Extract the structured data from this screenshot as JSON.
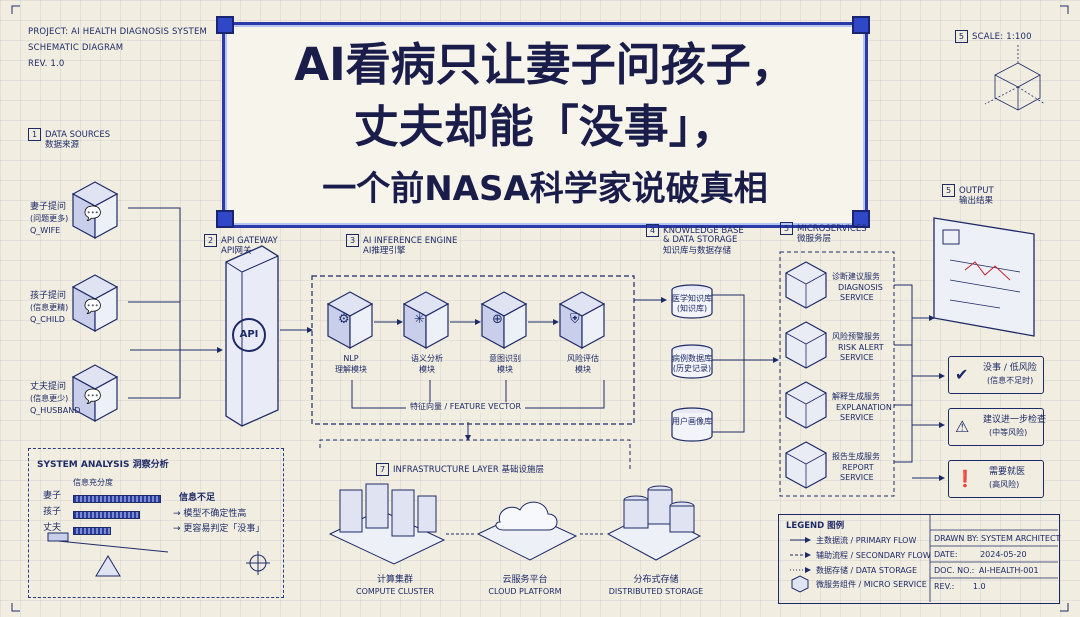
{
  "meta": {
    "project": "PROJECT: AI HEALTH DIAGNOSIS SYSTEM",
    "diagram": "SCHEMATIC DIAGRAM",
    "rev": "REV. 1.0",
    "scale_num": "5",
    "scale": "SCALE: 1:100"
  },
  "title": {
    "line1": "AI看病只让妻子问孩子，",
    "line2": "丈夫却能「没事」，",
    "line3": "一个前NASA科学家说破真相"
  },
  "sections": {
    "data_sources": {
      "num": "1",
      "en": "DATA SOURCES",
      "zh": "数据来源"
    },
    "api_gateway": {
      "num": "2",
      "en": "API GATEWAY",
      "zh": "API网关"
    },
    "inference": {
      "num": "3",
      "en": "AI INFERENCE ENGINE",
      "zh": "AI推理引擎"
    },
    "knowledge": {
      "num": "4",
      "en": "KNOWLEDGE BASE",
      "en2": "& DATA STORAGE",
      "zh": "知识库与数据存储"
    },
    "microservices": {
      "num": "5",
      "en": "MICROSERVICES",
      "zh": "微服务层"
    },
    "output": {
      "num": "5",
      "en": "OUTPUT",
      "zh": "输出结果"
    },
    "infrastructure": {
      "num": "7",
      "en": "INFRASTRUCTURE LAYER",
      "zh": "基础设施层"
    }
  },
  "sources": [
    {
      "title": "妻子提问",
      "sub": "(问题更多)",
      "code": "Q_WIFE"
    },
    {
      "title": "孩子提问",
      "sub": "(信息更精)",
      "code": "Q_CHILD"
    },
    {
      "title": "丈夫提问",
      "sub": "(信息更少)",
      "code": "Q_HUSBAND"
    }
  ],
  "api_label": "API",
  "modules": [
    {
      "name": "NLP",
      "sub": "理解模块"
    },
    {
      "name": "语义分析",
      "sub": "模块"
    },
    {
      "name": "意图识别",
      "sub": "模块"
    },
    {
      "name": "风险评估",
      "sub": "模块"
    }
  ],
  "feature_vector": "特征向量 / FEATURE VECTOR",
  "databases": [
    {
      "name": "医学知识库",
      "sub": "(知识库)"
    },
    {
      "name": "病例数据库",
      "sub": "(历史记录)"
    },
    {
      "name": "用户画像库",
      "sub": ""
    }
  ],
  "services": [
    {
      "zh": "诊断建议服务",
      "en1": "DIAGNOSIS",
      "en2": "SERVICE"
    },
    {
      "zh": "风险预警服务",
      "en1": "RISK ALERT",
      "en2": "SERVICE"
    },
    {
      "zh": "解释生成服务",
      "en1": "EXPLANATION",
      "en2": "SERVICE"
    },
    {
      "zh": "报告生成服务",
      "en1": "REPORT",
      "en2": "SERVICE"
    }
  ],
  "outputs": [
    {
      "line1": "没事 / 低风险",
      "line2": "(信息不足时)"
    },
    {
      "line1": "建议进一步检查",
      "line2": "(中等风险)"
    },
    {
      "line1": "需要就医",
      "line2": "(高风险)"
    }
  ],
  "analysis": {
    "title": "SYSTEM ANALYSIS  洞察分析",
    "subtitle": "信息充分度",
    "rows": [
      {
        "label": "妻子",
        "level": 0.95
      },
      {
        "label": "孩子",
        "level": 0.72
      },
      {
        "label": "丈夫",
        "level": 0.4
      }
    ],
    "insight_title": "信息不足",
    "insight_1": "→ 模型不确定性高",
    "insight_2": "→ 更容易判定「没事」"
  },
  "infra": [
    {
      "zh": "计算集群",
      "en": "COMPUTE CLUSTER"
    },
    {
      "zh": "云服务平台",
      "en": "CLOUD PLATFORM"
    },
    {
      "zh": "分布式存储",
      "en": "DISTRIBUTED STORAGE"
    }
  ],
  "legend": {
    "title": "LEGEND  图例",
    "items": [
      "主数据流 / PRIMARY FLOW",
      "辅助流程 / SECONDARY FLOW",
      "数据存储 / DATA STORAGE",
      "微服务组件 / MICRO SERVICE"
    ]
  },
  "titleblock": [
    {
      "k": "DRAWN BY:",
      "v": "SYSTEM ARCHITECT"
    },
    {
      "k": "DATE:",
      "v": "2024-05-20"
    },
    {
      "k": "DOC. NO.:",
      "v": "AI-HEALTH-001"
    },
    {
      "k": "REV.:",
      "v": "1.0"
    }
  ]
}
